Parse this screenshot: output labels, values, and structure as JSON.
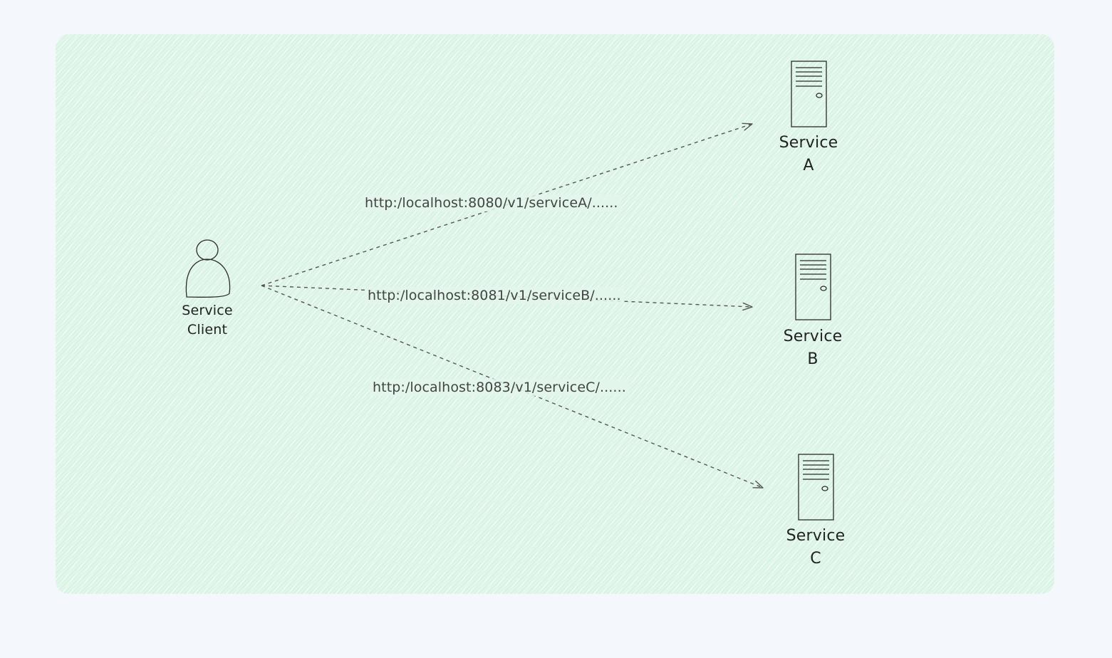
{
  "nodes": {
    "client": {
      "line1": "Service",
      "line2": "Client",
      "icon": "person-icon"
    },
    "service_a": {
      "line1": "Service",
      "line2": "A",
      "icon": "server-icon"
    },
    "service_b": {
      "line1": "Service",
      "line2": "B",
      "icon": "server-icon"
    },
    "service_c": {
      "line1": "Service",
      "line2": "C",
      "icon": "server-icon"
    }
  },
  "edges": [
    {
      "from": "client",
      "to": "service_a",
      "label": "http:/localhost:8080/v1/serviceA/......"
    },
    {
      "from": "client",
      "to": "service_b",
      "label": "http:/localhost:8081/v1/serviceB/......"
    },
    {
      "from": "client",
      "to": "service_c",
      "label": "http:/localhost:8083/v1/serviceC/......"
    }
  ],
  "colors": {
    "background": "#f4f8fc",
    "panel": "#e3f6ec",
    "stroke": "#2b2b2b",
    "edge": "#555555"
  }
}
